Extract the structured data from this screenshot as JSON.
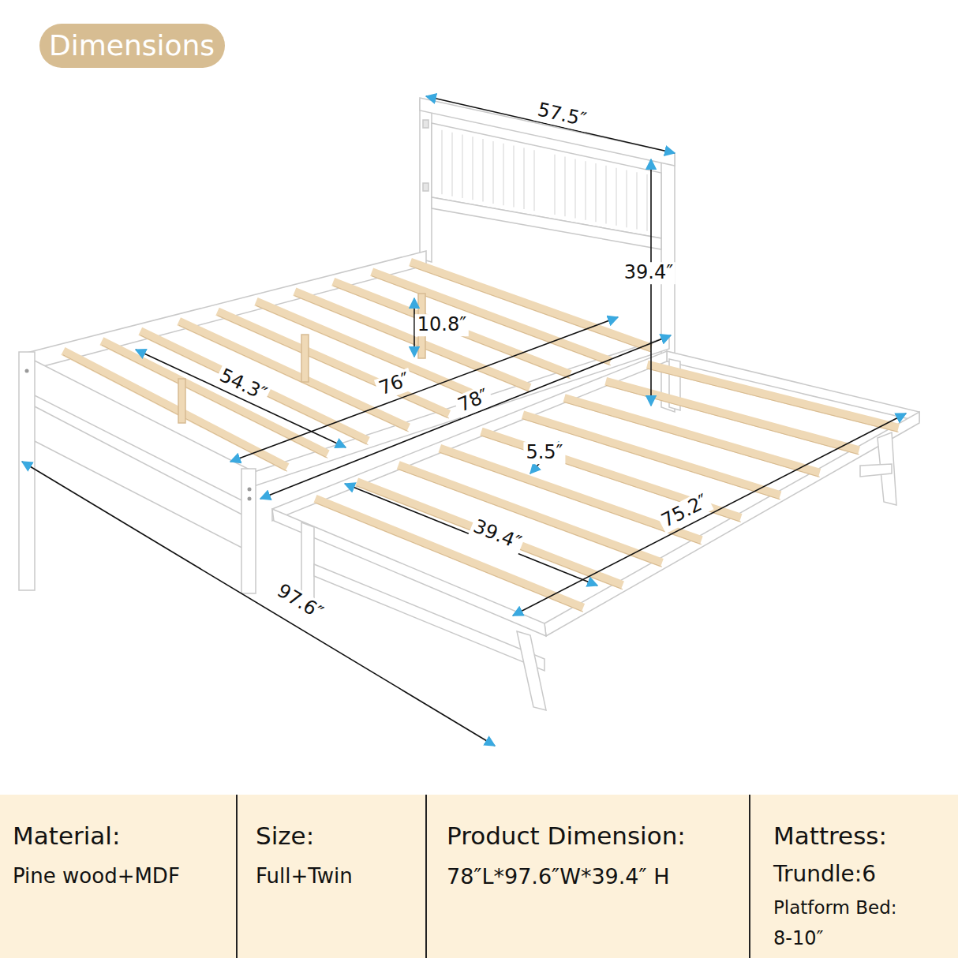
{
  "diagram": {
    "nodes": [
      {
        "text": [
          "Dimensions"
        ]
      }
    ],
    "labels": [
      "57.5″",
      "39.4″",
      "10.8″",
      "54.3″",
      "76″",
      "78″",
      "5.5″",
      "39.4″",
      "75.2″",
      "97.6″",
      "Material:",
      "Pine wood+MDF",
      "Size:",
      "Full+Twin",
      "Product Dimension:",
      "78″L*97.6″W*39.4″ H",
      "Mattress:",
      "Trundle:6",
      "Platform Bed:",
      "8-10″"
    ]
  }
}
